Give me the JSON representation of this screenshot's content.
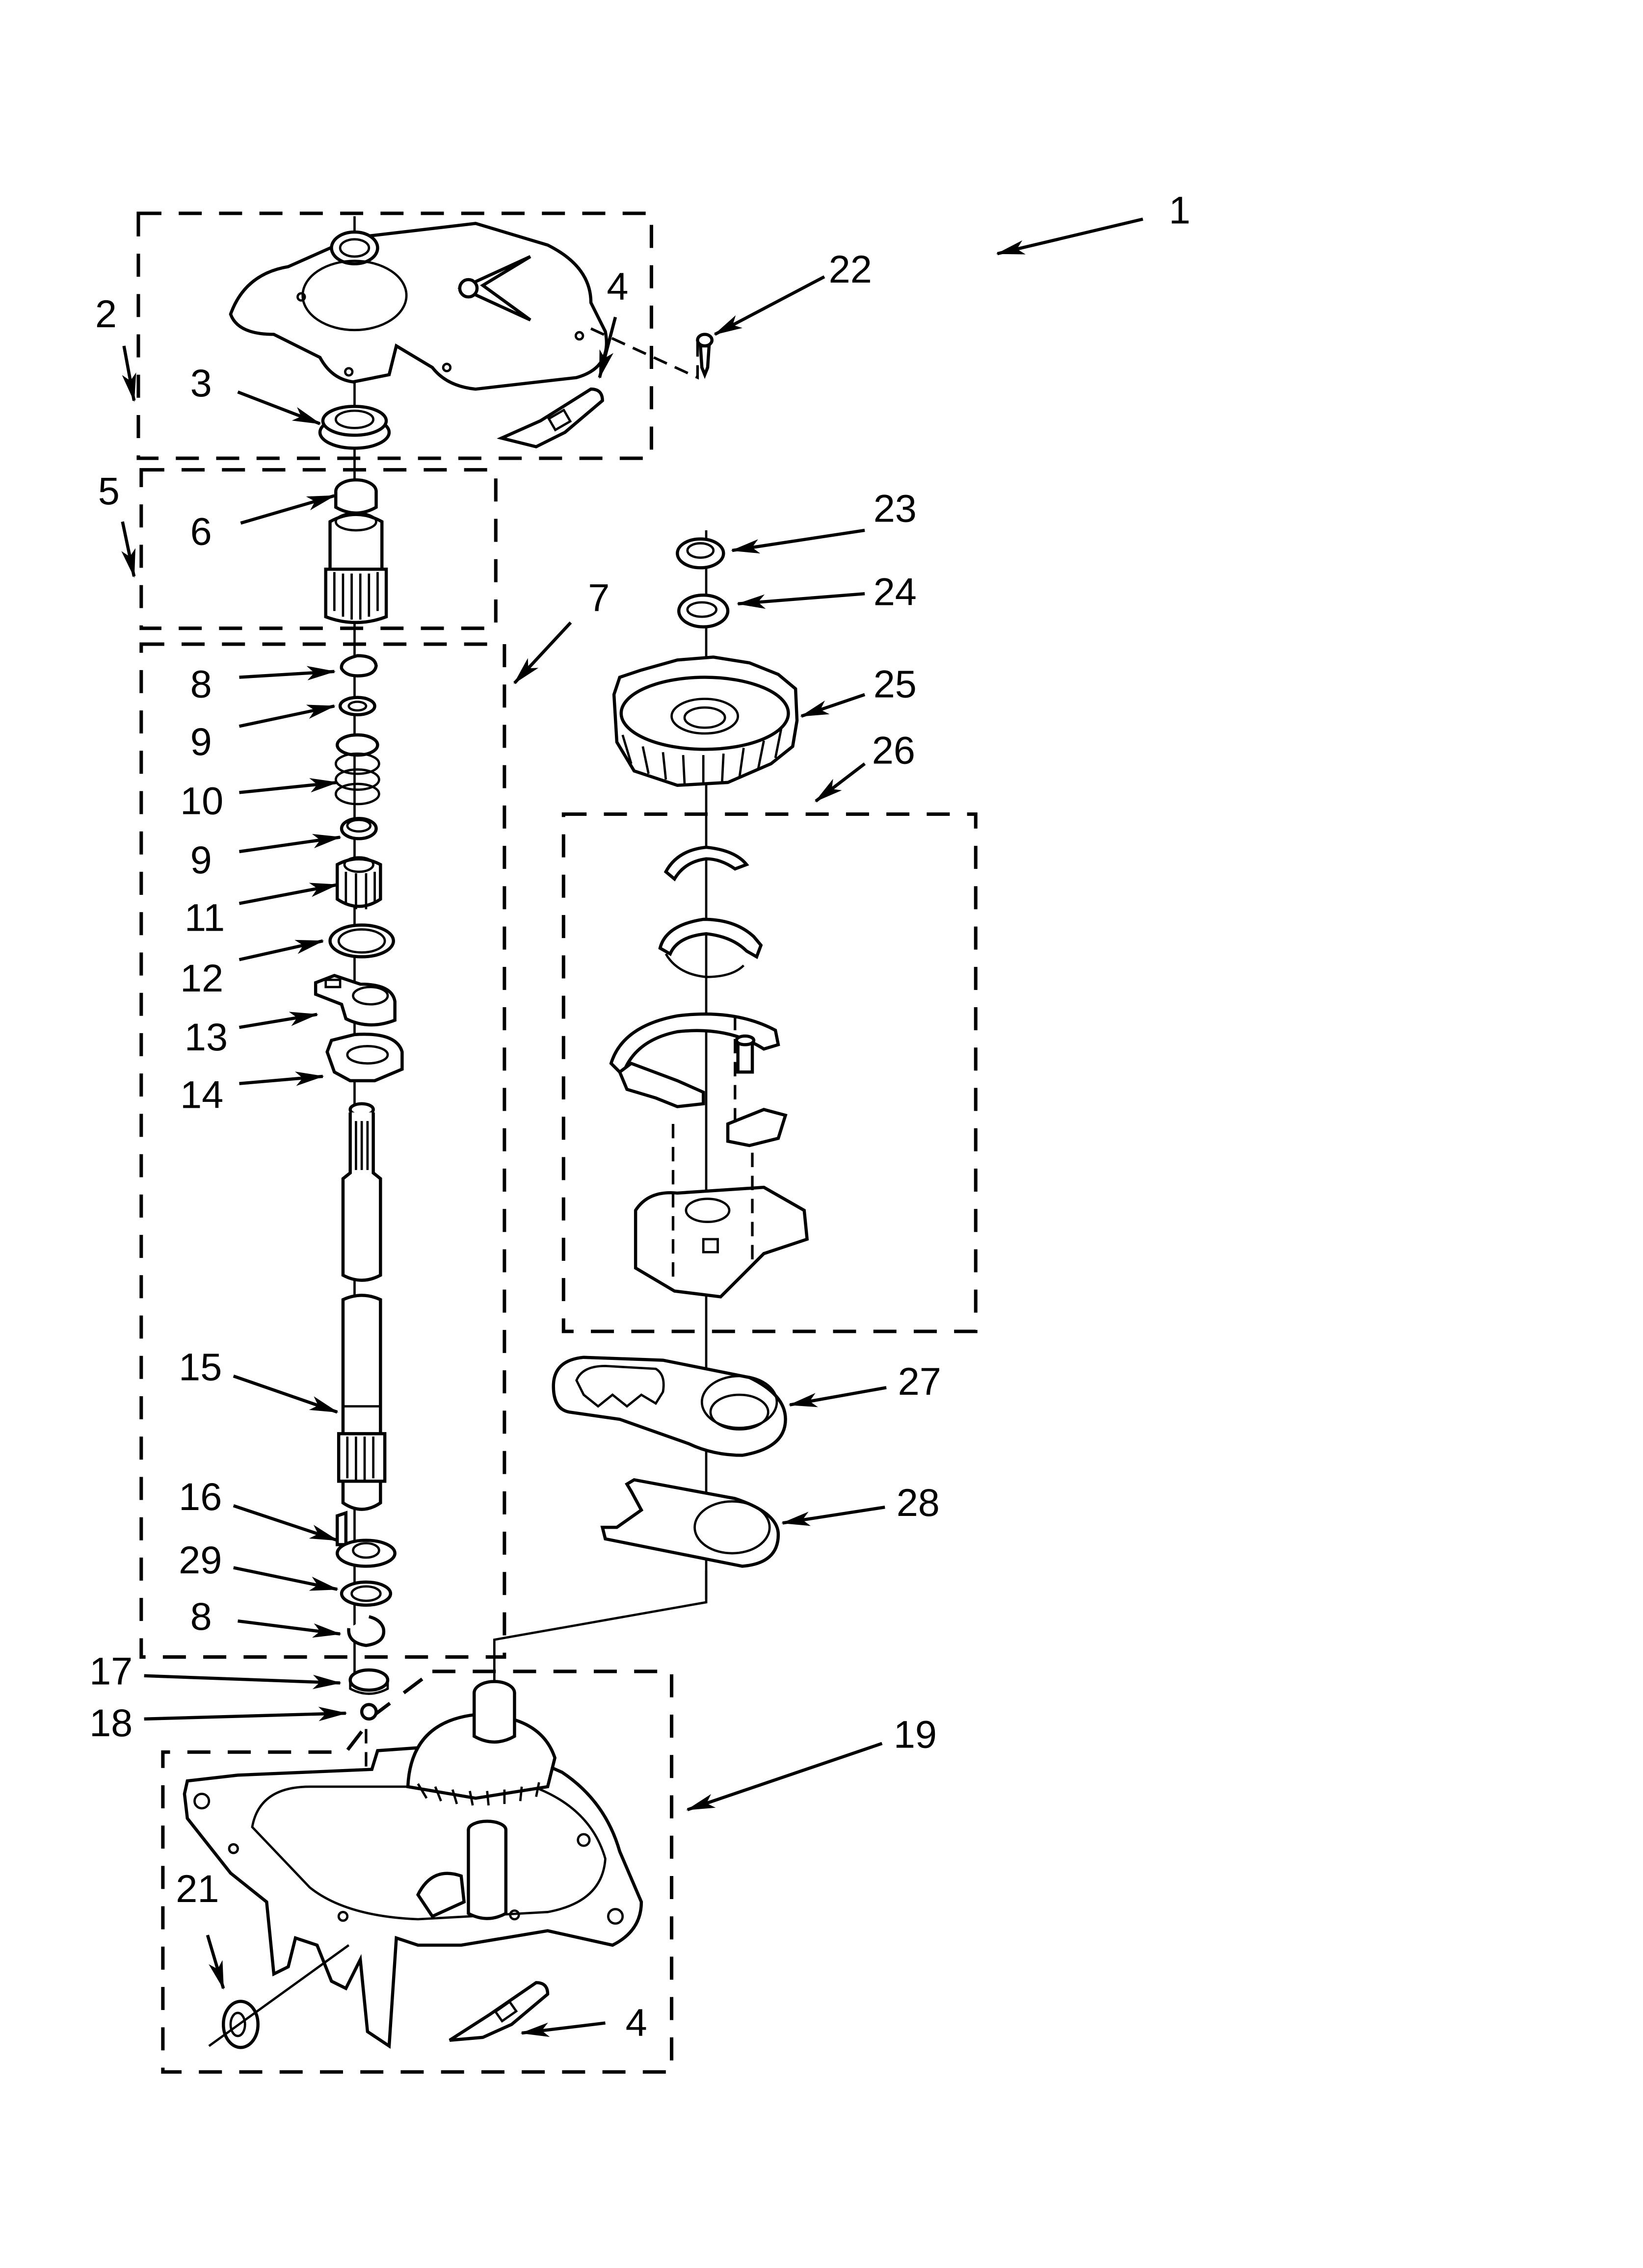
{
  "diagram": {
    "type": "exploded-parts-diagram",
    "subject": "washer gearcase / transmission assembly",
    "line_color": "#000000",
    "background": "#ffffff"
  },
  "callouts": [
    {
      "id": "c1",
      "label": "1"
    },
    {
      "id": "c2",
      "label": "2"
    },
    {
      "id": "c3",
      "label": "3"
    },
    {
      "id": "c4a",
      "label": "4"
    },
    {
      "id": "c5",
      "label": "5"
    },
    {
      "id": "c6",
      "label": "6"
    },
    {
      "id": "c7",
      "label": "7"
    },
    {
      "id": "c8a",
      "label": "8"
    },
    {
      "id": "c9a",
      "label": "9"
    },
    {
      "id": "c10",
      "label": "10"
    },
    {
      "id": "c9b",
      "label": "9"
    },
    {
      "id": "c11",
      "label": "11"
    },
    {
      "id": "c12",
      "label": "12"
    },
    {
      "id": "c13",
      "label": "13"
    },
    {
      "id": "c14",
      "label": "14"
    },
    {
      "id": "c15",
      "label": "15"
    },
    {
      "id": "c16",
      "label": "16"
    },
    {
      "id": "c29",
      "label": "29"
    },
    {
      "id": "c8b",
      "label": "8"
    },
    {
      "id": "c17",
      "label": "17"
    },
    {
      "id": "c18",
      "label": "18"
    },
    {
      "id": "c19",
      "label": "19"
    },
    {
      "id": "c21",
      "label": "21"
    },
    {
      "id": "c4b",
      "label": "4"
    },
    {
      "id": "c22",
      "label": "22"
    },
    {
      "id": "c23",
      "label": "23"
    },
    {
      "id": "c24",
      "label": "24"
    },
    {
      "id": "c25",
      "label": "25"
    },
    {
      "id": "c26",
      "label": "26"
    },
    {
      "id": "c27",
      "label": "27"
    },
    {
      "id": "c28",
      "label": "28"
    }
  ]
}
